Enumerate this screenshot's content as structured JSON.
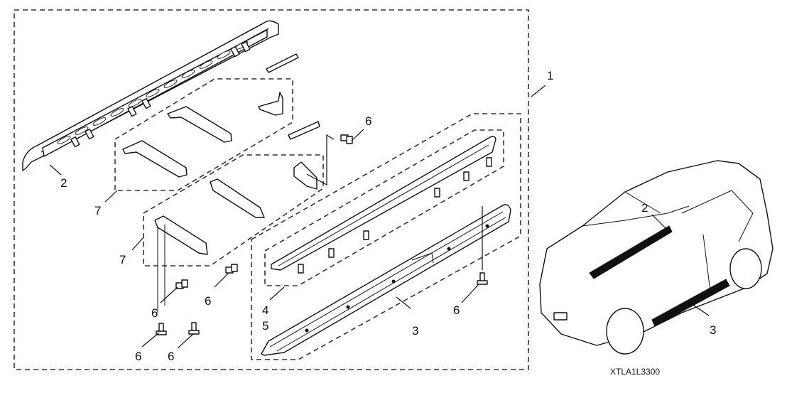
{
  "diagram": {
    "type": "exploded-parts-diagram",
    "subject": "running board kit",
    "drawing_code": "XTLA1L3300",
    "callouts": {
      "kit": "1",
      "board_upper_left": "2",
      "board_lower_right": "3",
      "board_trim_a": "4",
      "board_trim_b": "5",
      "bolt_upper": "6",
      "bolt_mid_left": "6",
      "bolt_mid": "6",
      "bolt_bottom_left": "6",
      "bolt_bottom_mid": "6",
      "bolt_right": "6",
      "bracket_set_upper": "7",
      "bracket_set_lower": "7",
      "vehicle_board_2": "2",
      "vehicle_board_3": "3"
    },
    "parts": [
      {
        "id": "1",
        "name": "Running board kit"
      },
      {
        "id": "2",
        "name": "Running board (left)"
      },
      {
        "id": "3",
        "name": "Running board (right)"
      },
      {
        "id": "4",
        "name": "Step pad / trim"
      },
      {
        "id": "5",
        "name": "Step pad / trim"
      },
      {
        "id": "6",
        "name": "Bolt"
      },
      {
        "id": "7",
        "name": "Mounting bracket set"
      }
    ]
  }
}
